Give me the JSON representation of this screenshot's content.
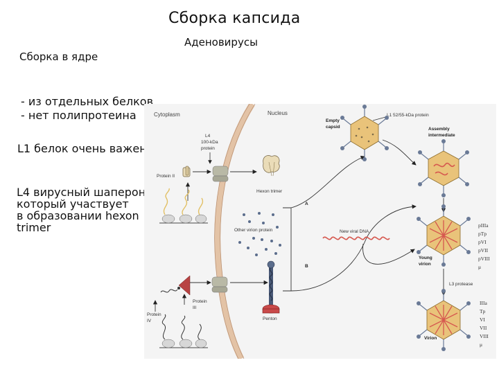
{
  "slide": {
    "title": "Сборка капсида",
    "subtitle": "Аденовирусы",
    "nucleus_assembly": "Сборка в ядре",
    "bullets": [
      "- из отдельных белков",
      "- нет полипротеина"
    ],
    "note_l1": "L1 белок очень важен",
    "note_l4": [
      "L4 вирусный шаперон,",
      "который участвует",
      "в образовании hexon",
      "trimer"
    ]
  },
  "figure": {
    "cytoplasm": "Cytoplasm",
    "nucleus": "Nucleus",
    "l4_protein": [
      "L4",
      "100-kDa",
      "protein"
    ],
    "protein_ii": "Protein II",
    "hexon_trimer": "Hexon trimer",
    "other_virion_protein": [
      "Other virion protein"
    ],
    "new_viral_dna": "New viral DNA",
    "empty_capsid": [
      "Empty",
      "capsid"
    ],
    "l1_protein": "L1  52/55-kDa protein",
    "assembly_intermediate": [
      "Assembly",
      "intermediate"
    ],
    "young_virion": [
      "Young",
      "virion"
    ],
    "l3_protease": "L3 protease",
    "virion": "Virion",
    "protein_iii": [
      "Protein",
      "III"
    ],
    "protein_iv": [
      "Protein",
      "IV"
    ],
    "penton": "Penton",
    "path_a": "A",
    "path_b": "B",
    "young_proteins": [
      "pIIIa",
      "pTp",
      "pVI",
      "pVII",
      "pVIII",
      "μ"
    ],
    "mature_proteins": [
      "IIIa",
      "Tp",
      "VI",
      "VII",
      "VIII",
      "μ"
    ]
  },
  "colors": {
    "membrane": "#e3c3a6",
    "capsid": "#e9c37a",
    "dna": "#d6584f",
    "hexon": "#eadcb8",
    "penton_base": "#c94a4a"
  }
}
